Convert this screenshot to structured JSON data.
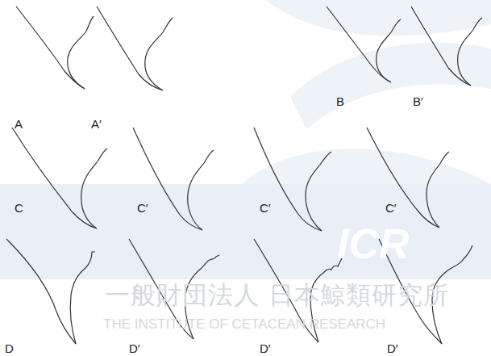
{
  "diagram": {
    "labels": [
      "A",
      "A′",
      "B",
      "B′",
      "C",
      "C′",
      "C′",
      "C′",
      "D",
      "D′",
      "D′",
      "D′",
      "ICR",
      "一般財団法人 日本鯨類研究所",
      "THE INSTITUTE OF CETACEAN RESEARCH"
    ]
  }
}
